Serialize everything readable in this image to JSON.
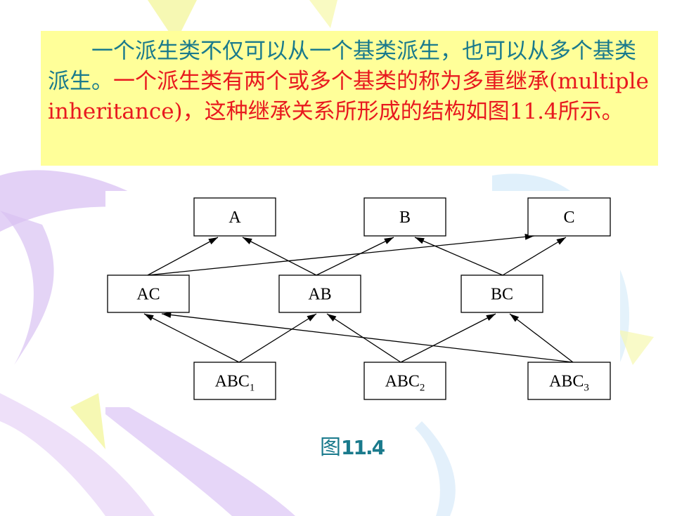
{
  "slide": {
    "paragraph": {
      "part1": "　　一个派生类不仅可以从一个基类派生，也可以从多个基类派生。",
      "part2": "一个派生类有两个或多个基类的称为多重继承",
      "part3": "(multiple inheritance)，这种继承关系所形成的结构如图11.4所示。"
    },
    "caption": {
      "prefix": "图",
      "number": "11.4"
    }
  },
  "diagram": {
    "nodes": [
      {
        "id": "A",
        "label": "A",
        "sub": ""
      },
      {
        "id": "B",
        "label": "B",
        "sub": ""
      },
      {
        "id": "C",
        "label": "C",
        "sub": ""
      },
      {
        "id": "AC",
        "label": "AC",
        "sub": ""
      },
      {
        "id": "AB",
        "label": "AB",
        "sub": ""
      },
      {
        "id": "BC",
        "label": "BC",
        "sub": ""
      },
      {
        "id": "ABC1",
        "label": "ABC",
        "sub": "1"
      },
      {
        "id": "ABC2",
        "label": "ABC",
        "sub": "2"
      },
      {
        "id": "ABC3",
        "label": "ABC",
        "sub": "3"
      }
    ],
    "edges": [
      {
        "from": "AC",
        "to": "A"
      },
      {
        "from": "AC",
        "to": "C"
      },
      {
        "from": "AB",
        "to": "A"
      },
      {
        "from": "AB",
        "to": "B"
      },
      {
        "from": "BC",
        "to": "B"
      },
      {
        "from": "BC",
        "to": "C"
      },
      {
        "from": "ABC1",
        "to": "AC"
      },
      {
        "from": "ABC1",
        "to": "AB"
      },
      {
        "from": "ABC2",
        "to": "AB"
      },
      {
        "from": "ABC2",
        "to": "BC"
      },
      {
        "from": "ABC3",
        "to": "AC"
      },
      {
        "from": "ABC3",
        "to": "BC"
      }
    ]
  }
}
